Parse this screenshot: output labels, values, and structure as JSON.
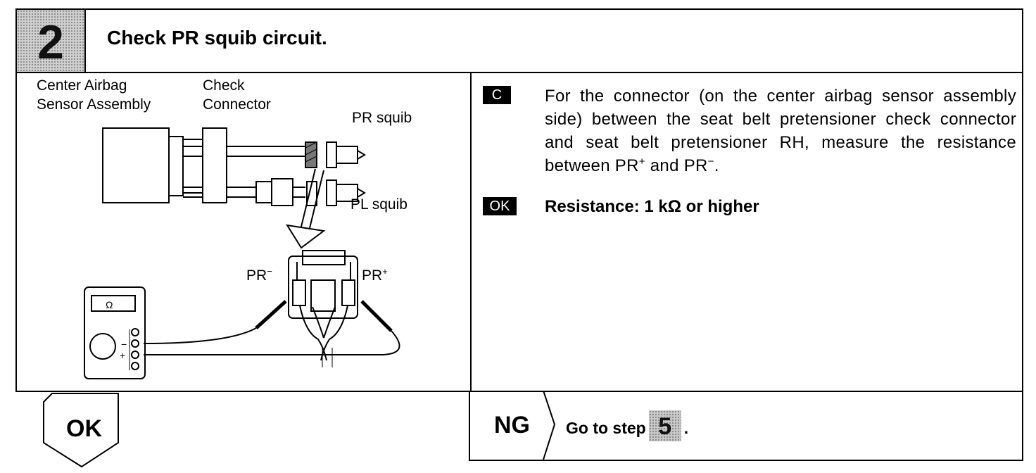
{
  "step": {
    "number": "2",
    "title": "Check PR squib circuit."
  },
  "diagram": {
    "label_center_sensor_line1": "Center Airbag",
    "label_center_sensor_line2": "Sensor Assembly",
    "label_check_connector_line1": "Check",
    "label_check_connector_line2": "Connector",
    "label_pr_squib": "PR squib",
    "label_pl_squib": "PL squib",
    "label_pr_minus": "PR",
    "label_pr_plus": "PR",
    "meter_unit": "Ω",
    "meter_minus": "−",
    "meter_plus": "+"
  },
  "instruction": {
    "tag_c": "C",
    "text_pre": "For the connector (on the center airbag sensor assembly side) between the seat belt pretensioner check connector and seat belt pretensioner RH, measure the resistance between PR",
    "sup_plus": "+",
    "text_mid": " and PR",
    "sup_minus": "−",
    "text_end": ".",
    "tag_ok": "OK",
    "ok_text": "Resistance:   1 kΩ or higher"
  },
  "result": {
    "ok_label": "OK",
    "ng_label": "NG",
    "go_to_text": "Go to step",
    "go_to_step": "5",
    "go_to_end": "."
  }
}
